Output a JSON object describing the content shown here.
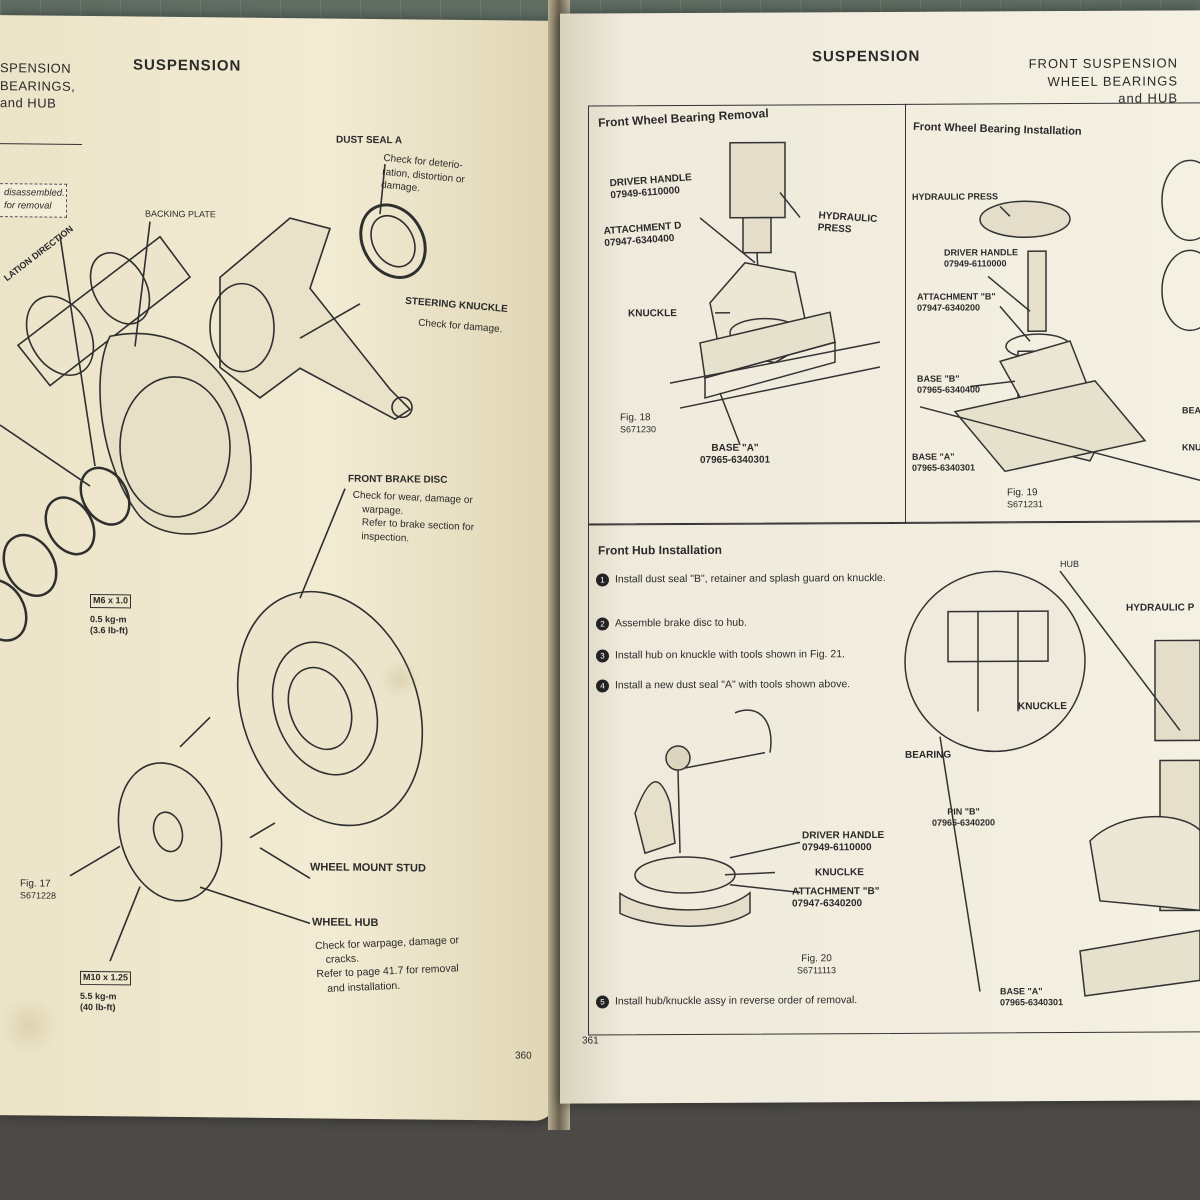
{
  "left_page": {
    "header_section": [
      "SPENSION",
      "BEARINGS,",
      "and HUB"
    ],
    "header_chapter": "SUSPENSION",
    "note_box": [
      "disassembled.",
      "for removal"
    ],
    "installation_direction": "LATION DIRECTION",
    "dust_seal_a": {
      "label": "DUST SEAL A",
      "note": [
        "Check for deterio-",
        "ration, distortion or",
        "damage."
      ]
    },
    "backing_plate": "BACKING PLATE",
    "steering_knuckle": {
      "label": "STEERING KNUCKLE",
      "note": "Check for damage."
    },
    "front_brake_disc": {
      "label": "FRONT BRAKE DISC",
      "notes": [
        "Check for wear, damage or",
        "warpage.",
        "Refer to brake section for",
        "inspection."
      ]
    },
    "bolt_m6": {
      "size": "M6 x 1.0",
      "torque": "0.5 kg-m",
      "torque_imperial": "(3.6 lb-ft)"
    },
    "wheel_mount_stud": "WHEEL MOUNT STUD",
    "wheel_hub": {
      "label": "WHEEL HUB",
      "notes": [
        "Check for warpage, damage or",
        "cracks.",
        "Refer to page 41.7 for removal",
        "and installation."
      ]
    },
    "bolt_m10": {
      "size": "M10 x 1.25",
      "torque": "5.5 kg-m",
      "torque_imperial": "(40 lb-ft)"
    },
    "figure": {
      "title": "Fig. 17",
      "code": "S671228"
    },
    "page_number": "360"
  },
  "right_page": {
    "header_chapter": "SUSPENSION",
    "header_section": [
      "FRONT SUSPENSION",
      "WHEEL BEARINGS",
      "and HUB"
    ],
    "removal": {
      "title": "Front Wheel Bearing Removal",
      "labels": {
        "driver_handle": "DRIVER HANDLE",
        "driver_handle_pn": "07949-6110000",
        "attachment_d": "ATTACHMENT D",
        "attachment_d_pn": "07947-6340400",
        "hydraulic_press": [
          "HYDRAULIC",
          "PRESS"
        ],
        "knuckle": "KNUCKLE",
        "base_a": "BASE \"A\"",
        "base_a_pn": "07965-6340301"
      },
      "figure": {
        "title": "Fig. 18",
        "code": "S671230"
      }
    },
    "installation": {
      "title": "Front Wheel Bearing Installation",
      "labels": {
        "hydraulic_press": "HYDRAULIC PRESS",
        "driver_handle": "DRIVER HANDLE",
        "driver_handle_pn": "07949-6110000",
        "attachment_b": "ATTACHMENT \"B\"",
        "attachment_b_pn": "07947-6340200",
        "base_b": "BASE \"B\"",
        "base_b_pn": "07965-6340400",
        "base_a": "BASE \"A\"",
        "base_a_pn": "07965-6340301",
        "bea": "BEA",
        "knu": "KNU"
      },
      "figure": {
        "title": "Fig. 19",
        "code": "S671231"
      }
    },
    "hub_installation": {
      "title": "Front Hub Installation",
      "steps": [
        {
          "n": "1",
          "text": "Install dust seal \"B\", retainer and splash guard on knuckle."
        },
        {
          "n": "2",
          "text": "Assemble brake disc to hub."
        },
        {
          "n": "3",
          "text": "Install hub on knuckle with tools shown in Fig. 21."
        },
        {
          "n": "4",
          "text": "Install a new dust seal \"A\" with tools shown above."
        },
        {
          "n": "5",
          "text": "Install hub/knuckle assy in reverse order of removal."
        }
      ],
      "labels": {
        "driver_handle": "DRIVER HANDLE",
        "driver_handle_pn": "07949-6110000",
        "knuckle_typo": "KNUCLKE",
        "attachment_b": "ATTACHMENT \"B\"",
        "attachment_b_pn": "07947-6340200",
        "hub": "HUB",
        "knuckle": "KNUCKLE",
        "bearing": "BEARING",
        "pin_b": "PIN \"B\"",
        "pin_b_pn": "07965-6340200",
        "hydraulic_p": "HYDRAULIC P",
        "base_a": "BASE \"A\"",
        "base_a_pn": "07965-6340301"
      },
      "figure": {
        "title": "Fig. 20",
        "code": "S6711113"
      }
    },
    "page_number": "361"
  }
}
